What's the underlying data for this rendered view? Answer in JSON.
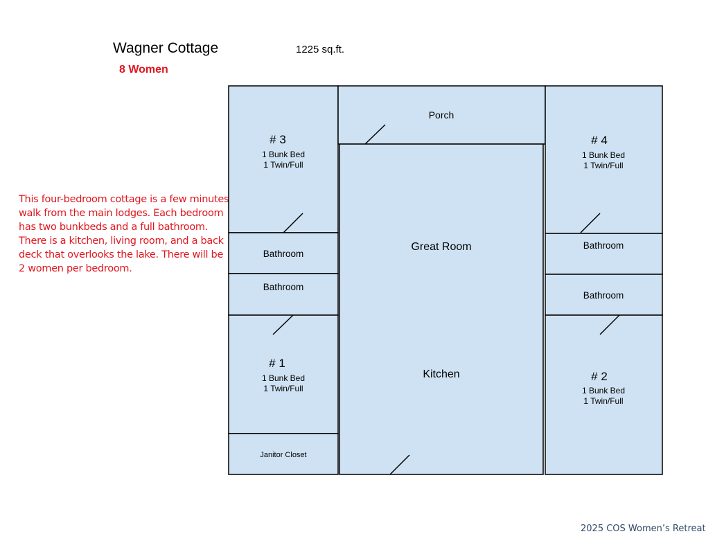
{
  "header": {
    "title": "Wagner Cottage",
    "area": "1225 sq.ft.",
    "capacity": "8 Women"
  },
  "description": "This four-bedroom cottage is a few minutes walk from the main lodges. Each bedroom has two bunkbeds and a full bathroom. There is a kitchen, living room, and a back deck that overlooks the lake. There will be 2 women per bedroom.",
  "footer": "2025 COS Women’s Retreat",
  "colors": {
    "room_fill": "#cfe2f3",
    "wall": "#000000",
    "accent_red": "#e0161f",
    "footer_text": "#2f4a6a"
  },
  "rooms": {
    "bedroom3": {
      "number": "# 3",
      "bed1": "1 Bunk Bed",
      "bed2": "1 Twin/Full"
    },
    "bedroom4": {
      "number": "# 4",
      "bed1": "1 Bunk Bed",
      "bed2": "1 Twin/Full"
    },
    "bedroom1": {
      "number": "# 1",
      "bed1": "1 Bunk Bed",
      "bed2": "1 Twin/Full"
    },
    "bedroom2": {
      "number": "# 2",
      "bed1": "1 Bunk Bed",
      "bed2": "1 Twin/Full"
    },
    "porch": "Porch",
    "great_room": "Great Room",
    "kitchen": "Kitchen",
    "bath_left_upper": "Bathroom",
    "bath_left_lower": "Bathroom",
    "bath_right_upper": "Bathroom",
    "bath_right_lower": "Bathroom",
    "janitor_closet": "Janitor Closet"
  }
}
